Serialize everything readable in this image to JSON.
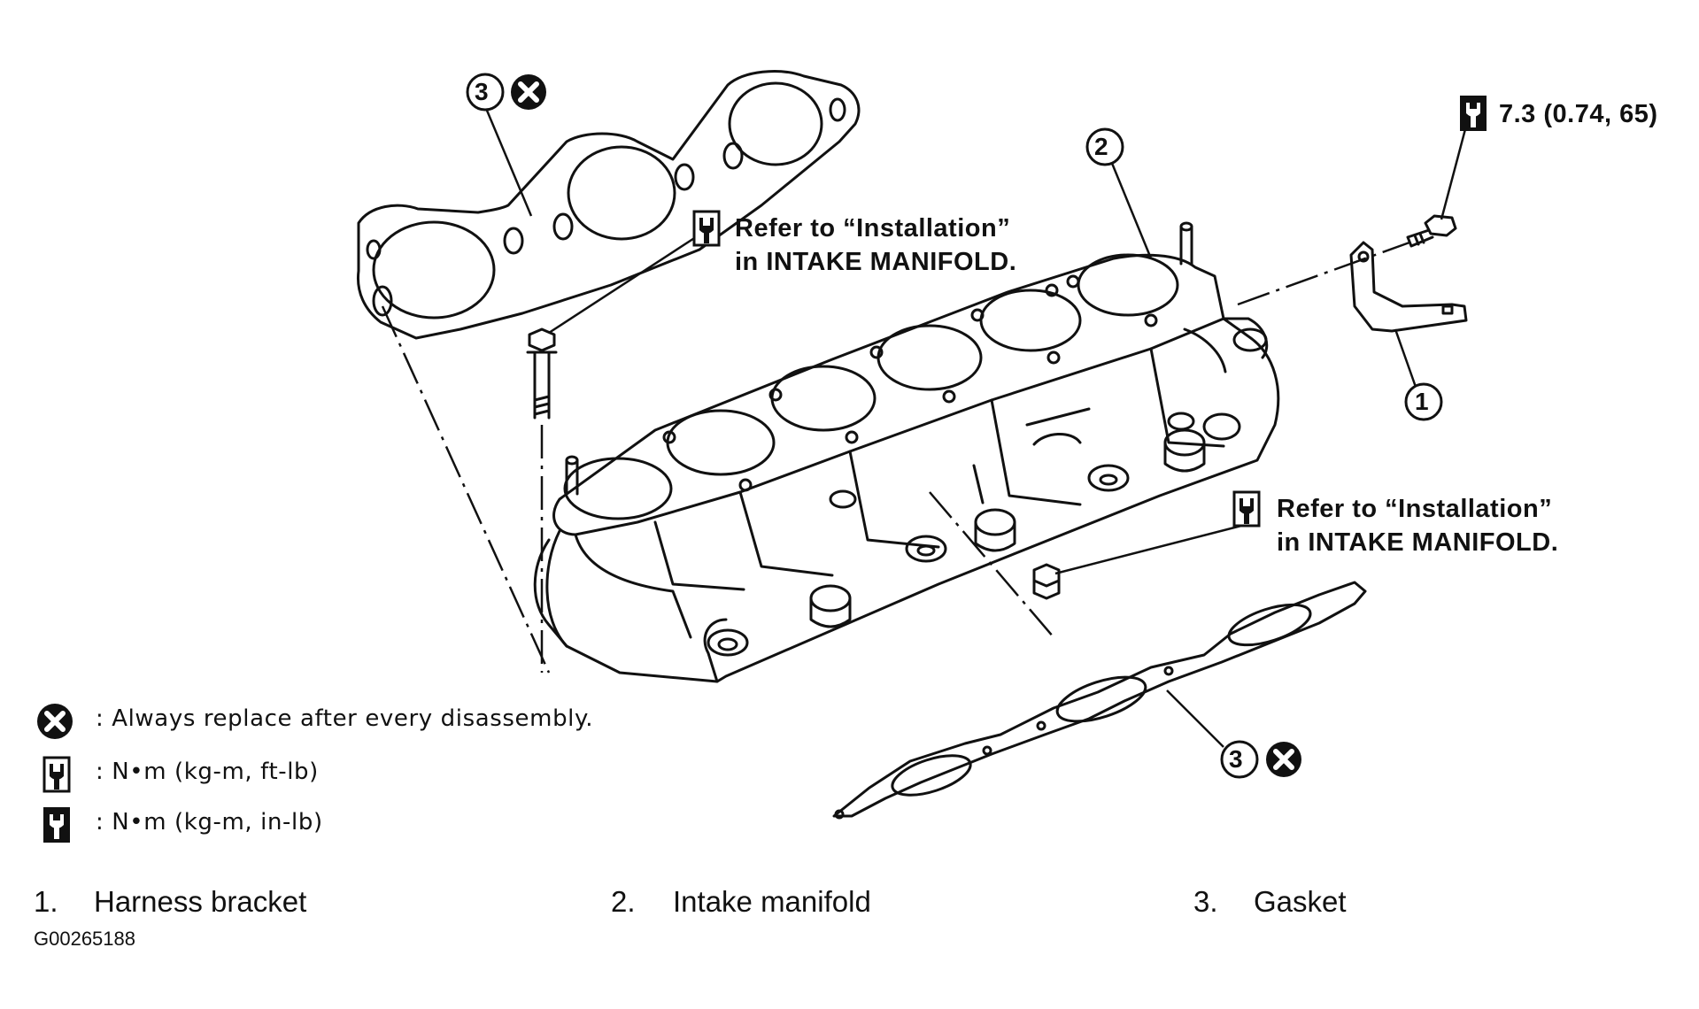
{
  "callouts": {
    "torque_value": "7.3 (0.74, 65)",
    "ref_upper_line1": "Refer to “Installation”",
    "ref_upper_line2": "in INTAKE MANIFOLD.",
    "ref_lower_line1": "Refer to “Installation”",
    "ref_lower_line2": "in INTAKE MANIFOLD.",
    "badge_1": "1",
    "badge_2": "2",
    "badge_3_top": "3",
    "badge_3_bottom": "3"
  },
  "legend": {
    "replace": ": Always replace after every disassembly.",
    "torque_ft": ": N•m (kg-m, ft-lb)",
    "torque_in": ": N•m (kg-m, in-lb)"
  },
  "parts": [
    {
      "num": "1.",
      "name": "Harness bracket"
    },
    {
      "num": "2.",
      "name": "Intake manifold"
    },
    {
      "num": "3.",
      "name": "Gasket"
    }
  ],
  "figure_id": "G00265188",
  "icons": {
    "replace": "x-circle-icon",
    "torque_ft": "open-wrench-icon",
    "torque_in": "filled-wrench-icon"
  },
  "colors": {
    "ink": "#111111",
    "paper": "#ffffff"
  }
}
